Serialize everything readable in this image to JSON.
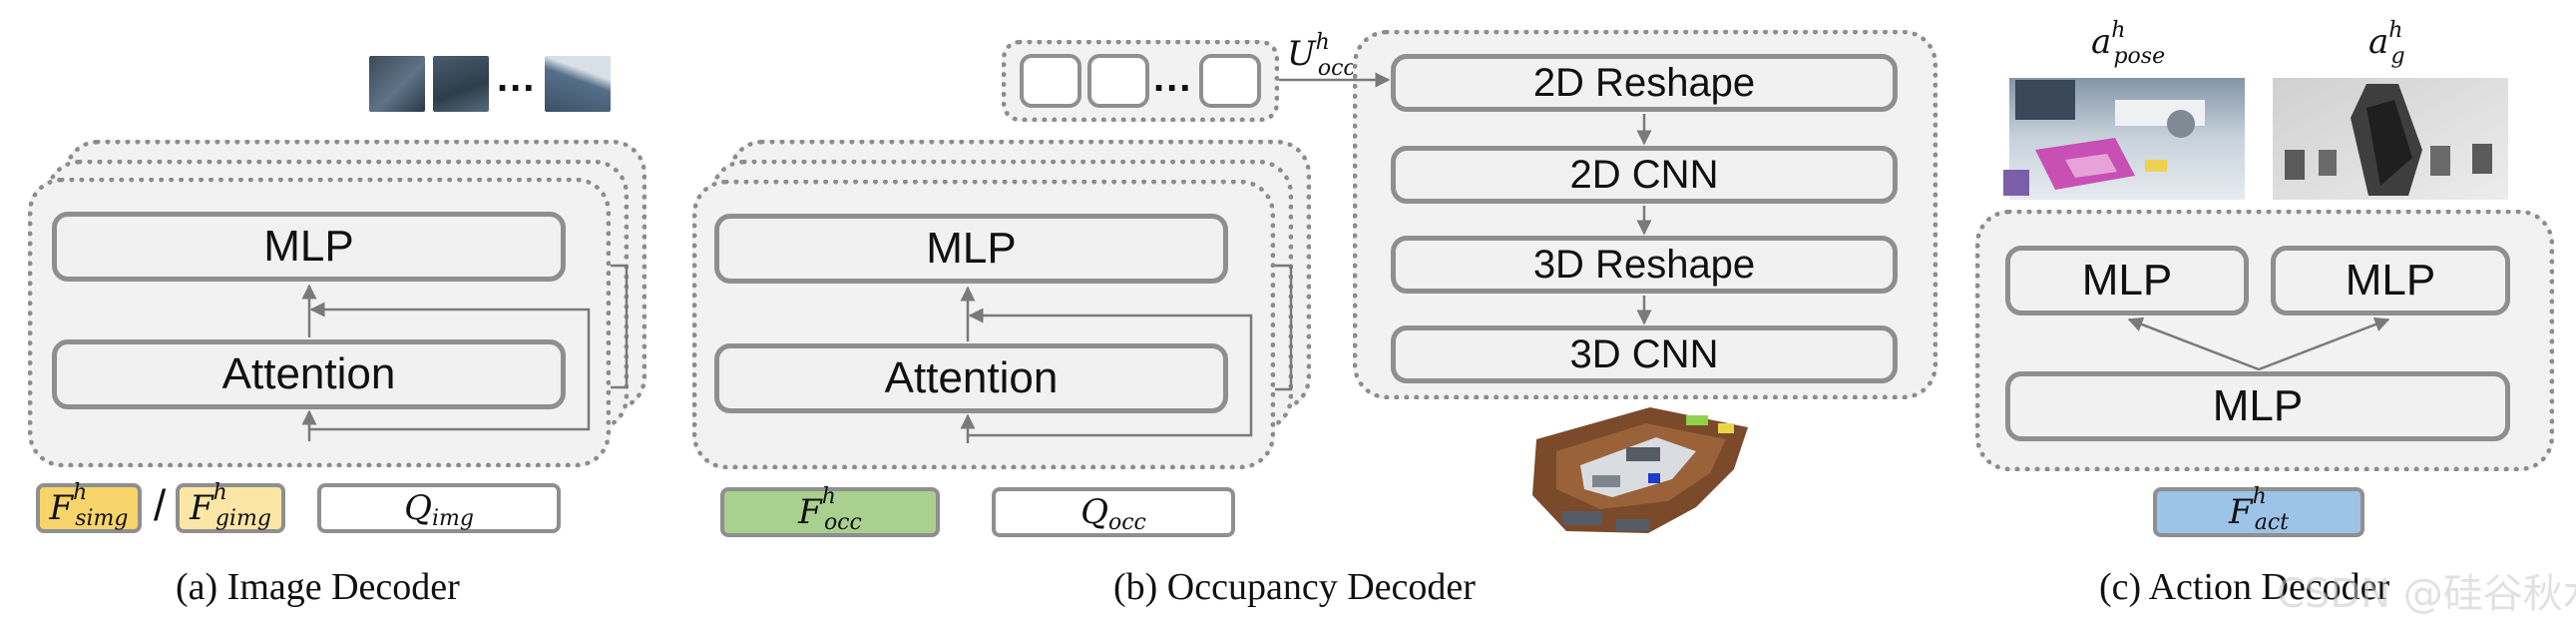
{
  "image_decoder": {
    "caption": "(a) Image Decoder",
    "mlp_label": "MLP",
    "attention_label": "Attention",
    "ellipsis": "...",
    "input_simg": {
      "base": "F",
      "sup": "h",
      "sub": "simg"
    },
    "separator": "/",
    "input_gimg": {
      "base": "F",
      "sup": "h",
      "sub": "gimg"
    },
    "query": {
      "base": "Q",
      "sub": "img"
    }
  },
  "occupancy_decoder": {
    "caption": "(b) Occupancy Decoder",
    "mlp_label": "MLP",
    "attention_label": "Attention",
    "ellipsis": "...",
    "token_label": {
      "base": "U",
      "sup": "h",
      "sub": "occ"
    },
    "stages": [
      "2D Reshape",
      "2D CNN",
      "3D Reshape",
      "3D CNN"
    ],
    "input_occ": {
      "base": "F",
      "sup": "h",
      "sub": "occ"
    },
    "query": {
      "base": "Q",
      "sub": "occ"
    }
  },
  "action_decoder": {
    "caption": "(c) Action Decoder",
    "pose_label": {
      "base": "a",
      "sup": "h",
      "sub": "pose"
    },
    "grip_label": {
      "base": "a",
      "sup": "h",
      "sub": "g"
    },
    "mlp_left": "MLP",
    "mlp_right": "MLP",
    "mlp_bottom": "MLP",
    "input_act": {
      "base": "F",
      "sup": "h",
      "sub": "act"
    }
  },
  "watermark": "CSDN @硅谷秋水",
  "colors": {
    "simg_fill": "#f7d46a",
    "gimg_fill": "#fbe6a6",
    "occ_fill": "#a9d08e",
    "act_fill": "#9dc3e6",
    "border": "#8f8f8f",
    "panel": "#f2f2f2"
  }
}
